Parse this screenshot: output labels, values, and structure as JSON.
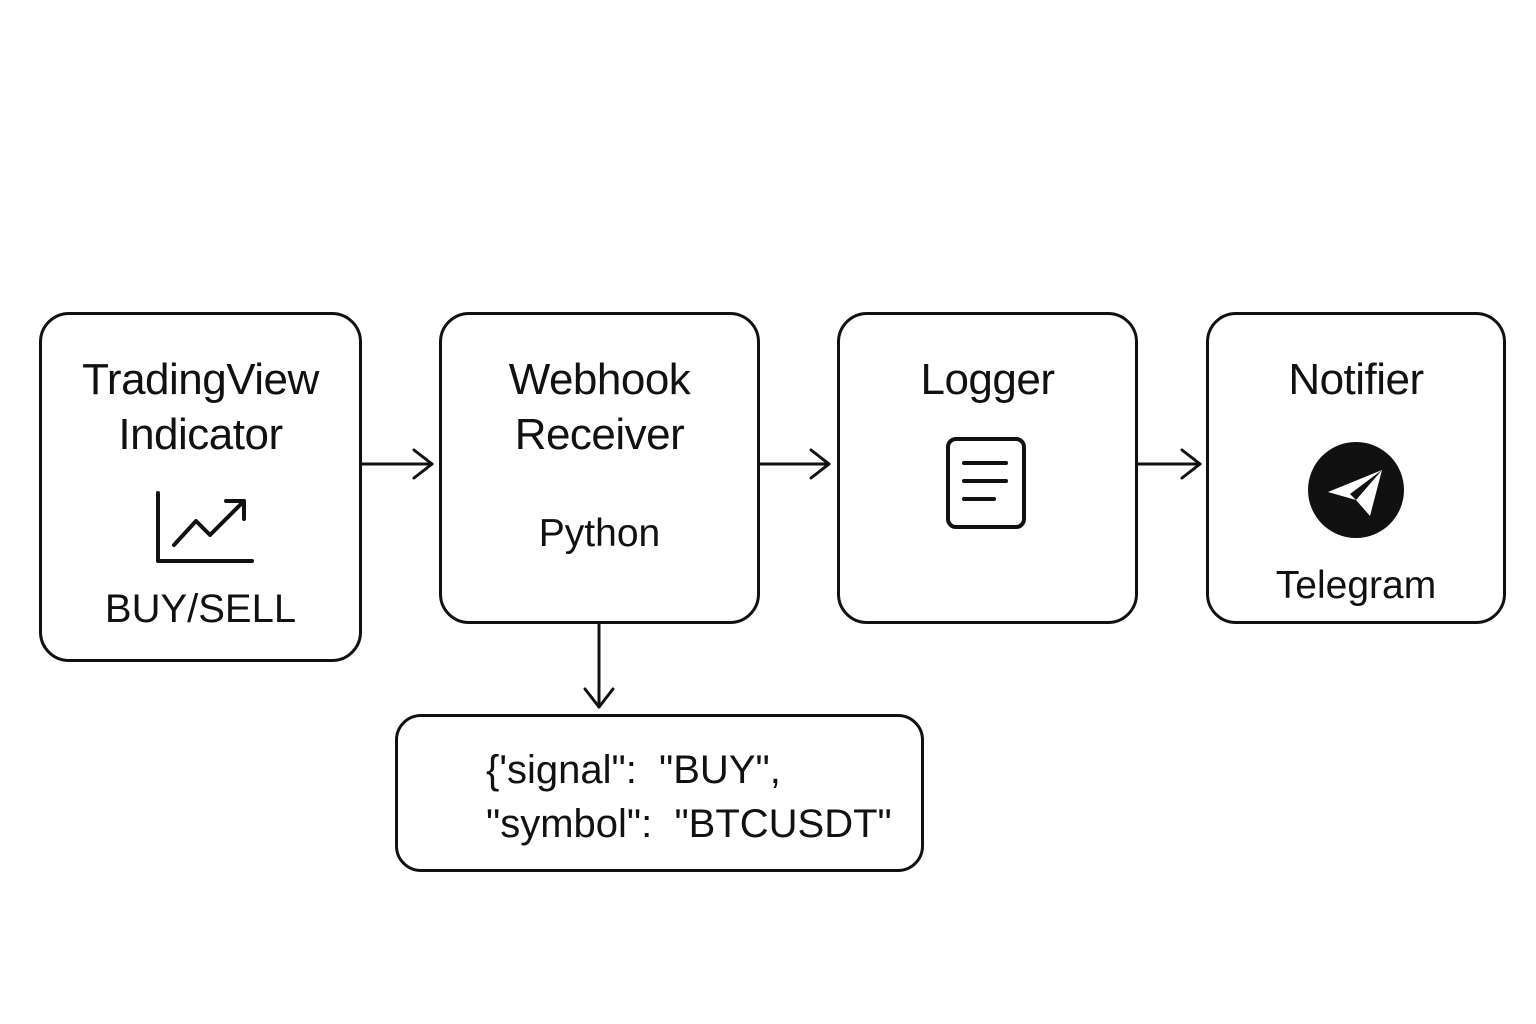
{
  "nodes": {
    "tradingview": {
      "title_line1": "TradingView",
      "title_line2": "Indicator",
      "caption": "BUY/SELL",
      "icon": "trending-up-chart-icon"
    },
    "webhook": {
      "title_line1": "Webhook",
      "title_line2": "Receiver",
      "caption": "Python"
    },
    "logger": {
      "title": "Logger",
      "icon": "document-icon"
    },
    "notifier": {
      "title": "Notifier",
      "caption": "Telegram",
      "icon": "telegram-icon"
    }
  },
  "payload": {
    "line1": "{'signal\":  \"BUY\",",
    "line2": "\"symbol\":  \"BTCUSDT\""
  },
  "edges": [
    {
      "from": "tradingview",
      "to": "webhook"
    },
    {
      "from": "webhook",
      "to": "logger"
    },
    {
      "from": "logger",
      "to": "notifier"
    },
    {
      "from": "webhook",
      "to": "payload"
    }
  ],
  "colors": {
    "stroke": "#111111",
    "background": "#ffffff"
  }
}
